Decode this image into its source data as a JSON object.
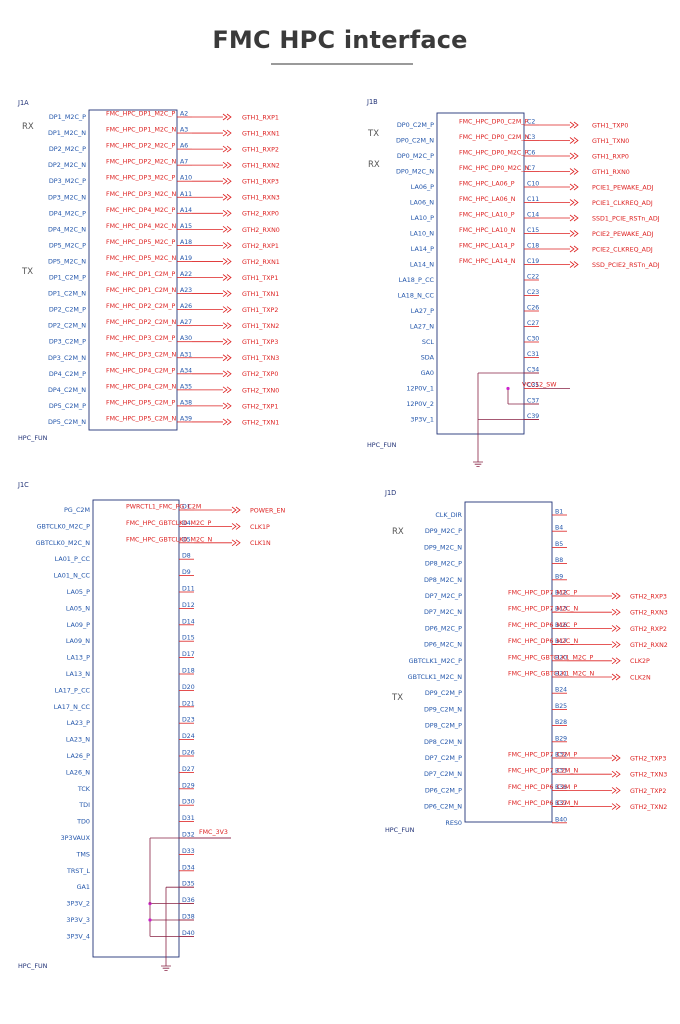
{
  "title": "FMC HPC interface",
  "colors": {
    "pin_text": "#2255aa",
    "net_text": "#dd2222",
    "wire": "#dd2222",
    "box": "#223377",
    "sheet_text": "#223377",
    "power_wire": "#882244",
    "junction": "#cc22cc",
    "group_label": "#555555"
  },
  "blocks": [
    {
      "ref": "J1A",
      "footer": "HPC_FUN",
      "groups": [
        "RX",
        "TX"
      ],
      "pins": [
        {
          "name": "DP1_M2C_P",
          "num": "A2",
          "net": "FMC_HPC_DP1_M2C_P",
          "dest": "GTH1_RXP1"
        },
        {
          "name": "DP1_M2C_N",
          "num": "A3",
          "net": "FMC_HPC_DP1_M2C_N",
          "dest": "GTH1_RXN1"
        },
        {
          "name": "DP2_M2C_P",
          "num": "A6",
          "net": "FMC_HPC_DP2_M2C_P",
          "dest": "GTH1_RXP2"
        },
        {
          "name": "DP2_M2C_N",
          "num": "A7",
          "net": "FMC_HPC_DP2_M2C_N",
          "dest": "GTH1_RXN2"
        },
        {
          "name": "DP3_M2C_P",
          "num": "A10",
          "net": "FMC_HPC_DP3_M2C_P",
          "dest": "GTH1_RXP3"
        },
        {
          "name": "DP3_M2C_N",
          "num": "A11",
          "net": "FMC_HPC_DP3_M2C_N",
          "dest": "GTH1_RXN3"
        },
        {
          "name": "DP4_M2C_P",
          "num": "A14",
          "net": "FMC_HPC_DP4_M2C_P",
          "dest": "GTH2_RXP0"
        },
        {
          "name": "DP4_M2C_N",
          "num": "A15",
          "net": "FMC_HPC_DP4_M2C_N",
          "dest": "GTH2_RXN0"
        },
        {
          "name": "DP5_M2C_P",
          "num": "A18",
          "net": "FMC_HPC_DP5_M2C_P",
          "dest": "GTH2_RXP1"
        },
        {
          "name": "DP5_M2C_N",
          "num": "A19",
          "net": "FMC_HPC_DP5_M2C_N",
          "dest": "GTH2_RXN1"
        },
        {
          "name": "DP1_C2M_P",
          "num": "A22",
          "net": "FMC_HPC_DP1_C2M_P",
          "dest": "GTH1_TXP1"
        },
        {
          "name": "DP1_C2M_N",
          "num": "A23",
          "net": "FMC_HPC_DP1_C2M_N",
          "dest": "GTH1_TXN1"
        },
        {
          "name": "DP2_C2M_P",
          "num": "A26",
          "net": "FMC_HPC_DP2_C2M_P",
          "dest": "GTH1_TXP2"
        },
        {
          "name": "DP2_C2M_N",
          "num": "A27",
          "net": "FMC_HPC_DP2_C2M_N",
          "dest": "GTH1_TXN2"
        },
        {
          "name": "DP3_C2M_P",
          "num": "A30",
          "net": "FMC_HPC_DP3_C2M_P",
          "dest": "GTH1_TXP3"
        },
        {
          "name": "DP3_C2M_N",
          "num": "A31",
          "net": "FMC_HPC_DP3_C2M_N",
          "dest": "GTH1_TXN3"
        },
        {
          "name": "DP4_C2M_P",
          "num": "A34",
          "net": "FMC_HPC_DP4_C2M_P",
          "dest": "GTH2_TXP0"
        },
        {
          "name": "DP4_C2M_N",
          "num": "A35",
          "net": "FMC_HPC_DP4_C2M_N",
          "dest": "GTH2_TXN0"
        },
        {
          "name": "DP5_C2M_P",
          "num": "A38",
          "net": "FMC_HPC_DP5_C2M_P",
          "dest": "GTH2_TXP1"
        },
        {
          "name": "DP5_C2M_N",
          "num": "A39",
          "net": "FMC_HPC_DP5_C2M_N",
          "dest": "GTH2_TXN1"
        }
      ]
    },
    {
      "ref": "J1B",
      "footer": "HPC_FUN",
      "groups": [
        "TX",
        "RX"
      ],
      "power_net": "VCC12_SW",
      "pins": [
        {
          "name": "DP0_C2M_P",
          "num": "C2",
          "net": "FMC_HPC_DP0_C2M_P",
          "dest": "GTH1_TXP0"
        },
        {
          "name": "DP0_C2M_N",
          "num": "C3",
          "net": "FMC_HPC_DP0_C2M_N",
          "dest": "GTH1_TXN0"
        },
        {
          "name": "DP0_M2C_P",
          "num": "C6",
          "net": "FMC_HPC_DP0_M2C_P",
          "dest": "GTH1_RXP0"
        },
        {
          "name": "DP0_M2C_N",
          "num": "C7",
          "net": "FMC_HPC_DP0_M2C_N",
          "dest": "GTH1_RXN0"
        },
        {
          "name": "LA06_P",
          "num": "C10",
          "net": "FMC_HPC_LA06_P",
          "dest": "PCIE1_PEWAKE_ADJ"
        },
        {
          "name": "LA06_N",
          "num": "C11",
          "net": "FMC_HPC_LA06_N",
          "dest": "PCIE1_CLKREQ_ADJ"
        },
        {
          "name": "LA10_P",
          "num": "C14",
          "net": "FMC_HPC_LA10_P",
          "dest": "SSD1_PCIE_RSTn_ADJ"
        },
        {
          "name": "LA10_N",
          "num": "C15",
          "net": "FMC_HPC_LA10_N",
          "dest": "PCIE2_PEWAKE_ADJ"
        },
        {
          "name": "LA14_P",
          "num": "C18",
          "net": "FMC_HPC_LA14_P",
          "dest": "PCIE2_CLKREQ_ADJ"
        },
        {
          "name": "LA14_N",
          "num": "C19",
          "net": "FMC_HPC_LA14_N",
          "dest": "SSD_PCIE2_RSTn_ADJ"
        },
        {
          "name": "LA18_P_CC",
          "num": "C22",
          "net": "",
          "dest": ""
        },
        {
          "name": "LA18_N_CC",
          "num": "C23",
          "net": "",
          "dest": ""
        },
        {
          "name": "LA27_P",
          "num": "C26",
          "net": "",
          "dest": ""
        },
        {
          "name": "LA27_N",
          "num": "C27",
          "net": "",
          "dest": ""
        },
        {
          "name": "SCL",
          "num": "C30",
          "net": "",
          "dest": ""
        },
        {
          "name": "SDA",
          "num": "C31",
          "net": "",
          "dest": ""
        },
        {
          "name": "GA0",
          "num": "C34",
          "net": "",
          "dest": ""
        },
        {
          "name": "12P0V_1",
          "num": "C35",
          "net": "",
          "dest": ""
        },
        {
          "name": "12P0V_2",
          "num": "C37",
          "net": "",
          "dest": ""
        },
        {
          "name": "3P3V_1",
          "num": "C39",
          "net": "",
          "dest": ""
        }
      ]
    },
    {
      "ref": "J1C",
      "footer": "HPC_FUN",
      "groups": [],
      "pins": [
        {
          "name": "PG_C2M",
          "num": "D1",
          "net": "PWRCTL1_FMC_PG_C2M",
          "dest": "POWER_EN"
        },
        {
          "name": "GBTCLK0_M2C_P",
          "num": "D4",
          "net": "FMC_HPC_GBTCLK0_M2C_P",
          "dest": "CLK1P"
        },
        {
          "name": "GBTCLK0_M2C_N",
          "num": "D5",
          "net": "FMC_HPC_GBTCLK0_M2C_N",
          "dest": "CLK1N"
        },
        {
          "name": "LA01_P_CC",
          "num": "D8",
          "net": "",
          "dest": ""
        },
        {
          "name": "LA01_N_CC",
          "num": "D9",
          "net": "",
          "dest": ""
        },
        {
          "name": "LA05_P",
          "num": "D11",
          "net": "",
          "dest": ""
        },
        {
          "name": "LA05_N",
          "num": "D12",
          "net": "",
          "dest": ""
        },
        {
          "name": "LA09_P",
          "num": "D14",
          "net": "",
          "dest": ""
        },
        {
          "name": "LA09_N",
          "num": "D15",
          "net": "",
          "dest": ""
        },
        {
          "name": "LA13_P",
          "num": "D17",
          "net": "",
          "dest": ""
        },
        {
          "name": "LA13_N",
          "num": "D18",
          "net": "",
          "dest": ""
        },
        {
          "name": "LA17_P_CC",
          "num": "D20",
          "net": "",
          "dest": ""
        },
        {
          "name": "LA17_N_CC",
          "num": "D21",
          "net": "",
          "dest": ""
        },
        {
          "name": "LA23_P",
          "num": "D23",
          "net": "",
          "dest": ""
        },
        {
          "name": "LA23_N",
          "num": "D24",
          "net": "",
          "dest": ""
        },
        {
          "name": "LA26_P",
          "num": "D26",
          "net": "",
          "dest": ""
        },
        {
          "name": "LA26_N",
          "num": "D27",
          "net": "",
          "dest": ""
        },
        {
          "name": "TCK",
          "num": "D29",
          "net": "",
          "dest": ""
        },
        {
          "name": "TDI",
          "num": "D30",
          "net": "",
          "dest": ""
        },
        {
          "name": "TD0",
          "num": "D31",
          "net": "",
          "dest": ""
        },
        {
          "name": "3P3VAUX",
          "num": "D32",
          "net": "FMC_3V3",
          "dest": ""
        },
        {
          "name": "TMS",
          "num": "D33",
          "net": "",
          "dest": ""
        },
        {
          "name": "TRST_L",
          "num": "D34",
          "net": "",
          "dest": ""
        },
        {
          "name": "GA1",
          "num": "D35",
          "net": "",
          "dest": ""
        },
        {
          "name": "3P3V_2",
          "num": "D36",
          "net": "",
          "dest": ""
        },
        {
          "name": "3P3V_3",
          "num": "D38",
          "net": "",
          "dest": ""
        },
        {
          "name": "3P3V_4",
          "num": "D40",
          "net": "",
          "dest": ""
        }
      ]
    },
    {
      "ref": "J1D",
      "footer": "HPC_FUN",
      "groups": [
        "RX",
        "TX"
      ],
      "pins": [
        {
          "name": "CLK_DIR",
          "num": "B1",
          "net": "",
          "dest": ""
        },
        {
          "name": "DP9_M2C_P",
          "num": "B4",
          "net": "",
          "dest": ""
        },
        {
          "name": "DP9_M2C_N",
          "num": "B5",
          "net": "",
          "dest": ""
        },
        {
          "name": "DP8_M2C_P",
          "num": "B8",
          "net": "",
          "dest": ""
        },
        {
          "name": "DP8_M2C_N",
          "num": "B9",
          "net": "",
          "dest": ""
        },
        {
          "name": "DP7_M2C_P",
          "num": "B12",
          "net": "FMC_HPC_DP7_M2C_P",
          "dest": "GTH2_RXP3"
        },
        {
          "name": "DP7_M2C_N",
          "num": "B13",
          "net": "FMC_HPC_DP7_M2C_N",
          "dest": "GTH2_RXN3"
        },
        {
          "name": "DP6_M2C_P",
          "num": "B16",
          "net": "FMC_HPC_DP6_M2C_P",
          "dest": "GTH2_RXP2"
        },
        {
          "name": "DP6_M2C_N",
          "num": "B17",
          "net": "FMC_HPC_DP6_M2C_N",
          "dest": "GTH2_RXN2"
        },
        {
          "name": "GBTCLK1_M2C_P",
          "num": "B20",
          "net": "FMC_HPC_GBTCLK1_M2C_P",
          "dest": "CLK2P"
        },
        {
          "name": "GBTCLK1_M2C_N",
          "num": "B21",
          "net": "FMC_HPC_GBTCLK1_M2C_N",
          "dest": "CLK2N"
        },
        {
          "name": "DP9_C2M_P",
          "num": "B24",
          "net": "",
          "dest": ""
        },
        {
          "name": "DP9_C2M_N",
          "num": "B25",
          "net": "",
          "dest": ""
        },
        {
          "name": "DP8_C2M_P",
          "num": "B28",
          "net": "",
          "dest": ""
        },
        {
          "name": "DP8_C2M_N",
          "num": "B29",
          "net": "",
          "dest": ""
        },
        {
          "name": "DP7_C2M_P",
          "num": "B32",
          "net": "FMC_HPC_DP7_C2M_P",
          "dest": "GTH2_TXP3"
        },
        {
          "name": "DP7_C2M_N",
          "num": "B33",
          "net": "FMC_HPC_DP7_C2M_N",
          "dest": "GTH2_TXN3"
        },
        {
          "name": "DP6_C2M_P",
          "num": "B36",
          "net": "FMC_HPC_DP6_C2M_P",
          "dest": "GTH2_TXP2"
        },
        {
          "name": "DP6_C2M_N",
          "num": "B37",
          "net": "FMC_HPC_DP6_C2M_N",
          "dest": "GTH2_TXN2"
        },
        {
          "name": "RES0",
          "num": "B40",
          "net": "",
          "dest": ""
        }
      ]
    }
  ]
}
